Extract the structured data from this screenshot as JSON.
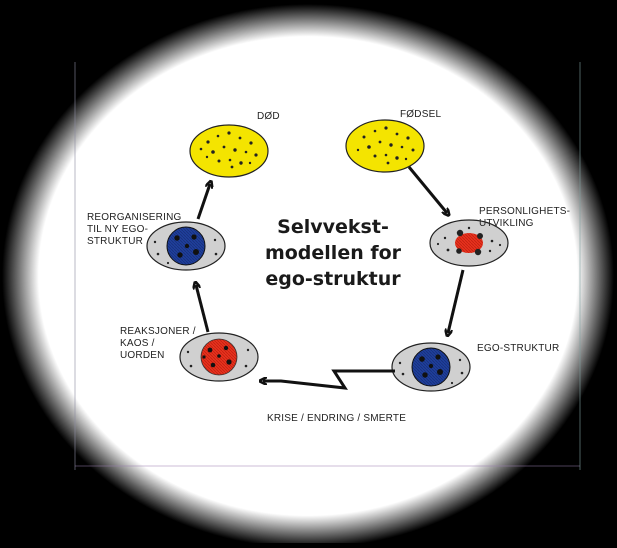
{
  "diagram": {
    "title_line1": "Selvvekst-",
    "title_line2": "modellen for",
    "title_line3": "ego-struktur",
    "stages": {
      "death": "DØD",
      "birth": "FØDSEL",
      "personality": "PERSONLIGHETS-\nUTVIKLING",
      "ego": "EGO-STRUKTUR",
      "reactions": "REAKSJONER /\nKAOS /\nUORDEN",
      "reorganizing": "REORGANISERING\nTIL NY EGO-\nSTRUKTUR"
    },
    "crisis": "KRISE / ENDRING / SMERTE"
  },
  "colors": {
    "yellow": "#f4e400",
    "gray": "#d0d0d0",
    "blue": "#1f3f9c",
    "red": "#e8321e"
  }
}
